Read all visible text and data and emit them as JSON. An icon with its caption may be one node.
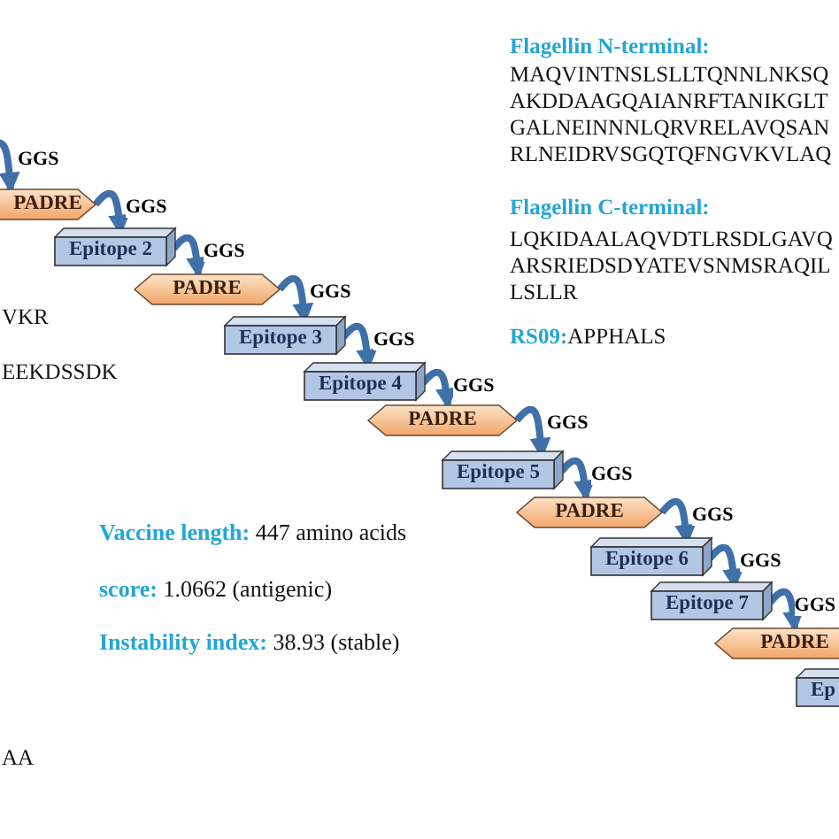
{
  "diagram": {
    "nodes": [
      {
        "text": [
          "PADRE"
        ]
      },
      {
        "text": [
          "Epitope 2"
        ]
      },
      {
        "text": [
          "PADRE"
        ]
      },
      {
        "text": [
          "Epitope 3"
        ]
      },
      {
        "text": [
          "Epitope 4"
        ]
      },
      {
        "text": [
          "PADRE"
        ]
      },
      {
        "text": [
          "Epitope 5"
        ]
      },
      {
        "text": [
          "PADRE"
        ]
      },
      {
        "text": [
          "Epitope 6"
        ]
      },
      {
        "text": [
          "Epitope 7"
        ]
      },
      {
        "text": [
          "PADRE"
        ]
      },
      {
        "text": [
          "Ep"
        ]
      }
    ],
    "edges": [
      {
        "from": null,
        "to": 0,
        "arrow": "to",
        "label": "GGS"
      },
      {
        "from": 0,
        "to": 1,
        "arrow": "to",
        "label": "GGS"
      },
      {
        "from": 1,
        "to": 2,
        "arrow": "to",
        "label": "GGS"
      },
      {
        "from": 2,
        "to": 3,
        "arrow": "to",
        "label": "GGS"
      },
      {
        "from": 3,
        "to": 4,
        "arrow": "to",
        "label": "GGS"
      },
      {
        "from": 4,
        "to": 5,
        "arrow": "to",
        "label": "GGS"
      },
      {
        "from": 5,
        "to": 6,
        "arrow": "to",
        "label": "GGS"
      },
      {
        "from": 6,
        "to": 7,
        "arrow": "to",
        "label": "GGS"
      },
      {
        "from": 7,
        "to": 8,
        "arrow": "to",
        "label": "GGS"
      },
      {
        "from": 8,
        "to": 9,
        "arrow": "to",
        "label": "GGS"
      },
      {
        "from": 9,
        "to": 10,
        "arrow": "to",
        "label": "GGS"
      }
    ],
    "labels": [
      "Flagellin N-terminal:",
      "MAQVINTNSLSLLTQNNLNKSQ",
      "AKDDAAGQAIANRFTANIKGLT",
      "GALNEINNNLQRVRELAVQSAN",
      "RLNEIDRVSGQTQFNGVKVLAQ",
      "Flagellin C-terminal:",
      "LQKIDAALAQVDTLRSDLGAVQ",
      "ARSRIEDSDYATEVSNMSRAQIL",
      "LSLLR",
      "**RS09:**APPHALS",
      "VKR",
      "EEKDSSDK",
      "**Vaccine length:** 447 amino acids",
      "**score:** 1.0662 (antigenic)",
      "**Instability index:** 38.93 (stable)",
      "AA"
    ]
  }
}
